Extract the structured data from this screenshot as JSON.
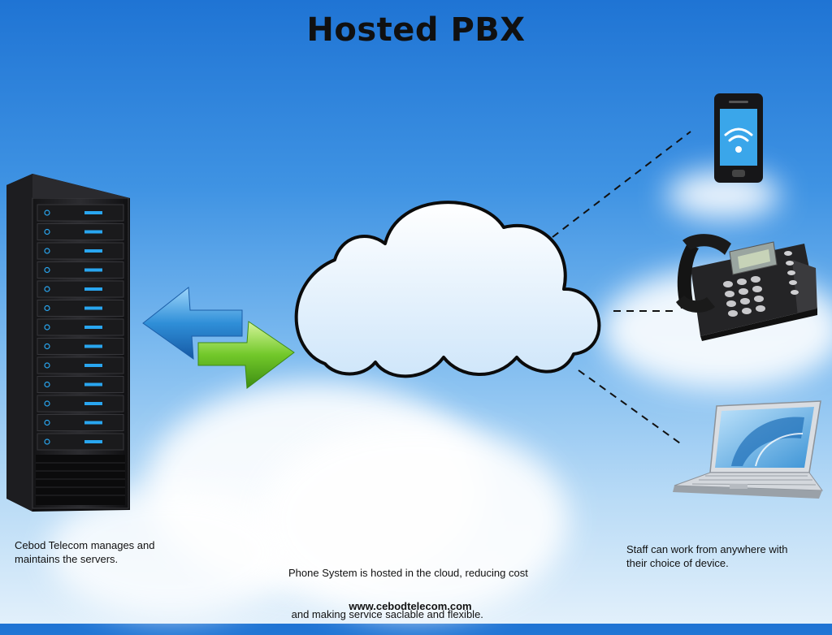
{
  "title": "Hosted PBX",
  "captions": {
    "server": [
      "Cebod Telecom manages and",
      "maintains the servers."
    ],
    "cloud": [
      "Phone System is hosted in the cloud, reducing cost",
      " and making service saclable and flexible."
    ],
    "devices": [
      "Staff can work from anywhere with",
      "their choice of device."
    ]
  },
  "footer": "www.cebodtelecom.com",
  "colors": {
    "sky_top": "#1f74d4",
    "sky_bottom": "#e2f0fb",
    "server_body": "#1b1b1d",
    "server_led": "#29a6f0",
    "arrow_left": "#2f8fd8",
    "arrow_right": "#6ec728",
    "cloud_fill": "#e9f4fd"
  },
  "icons": [
    "server-rack-icon",
    "bidirectional-arrows-icon",
    "cloud-icon",
    "smartphone-icon",
    "desk-phone-icon",
    "laptop-icon"
  ]
}
